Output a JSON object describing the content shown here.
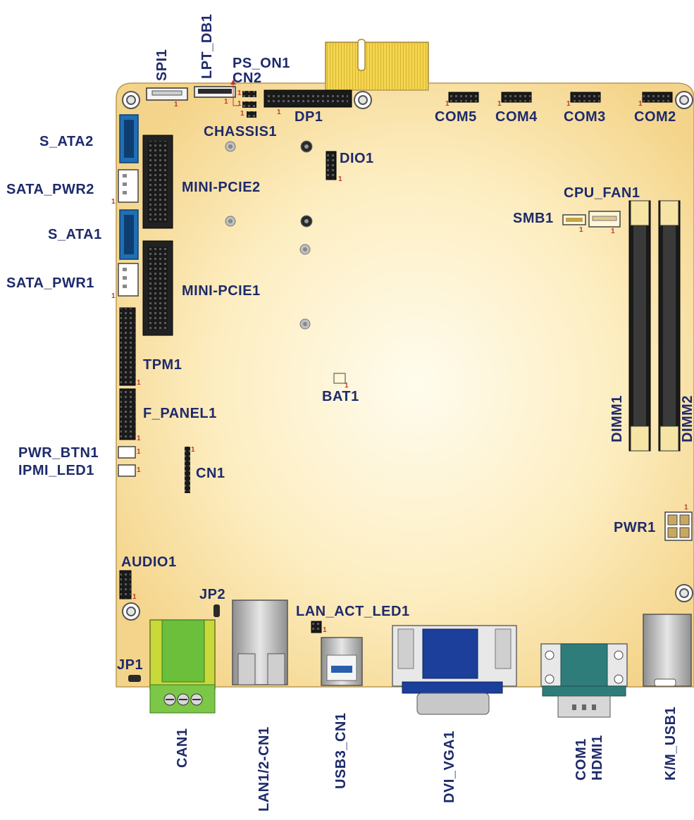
{
  "labels": {
    "spi1": "SPI1",
    "lpt_db1": "LPT_DB1",
    "ps_on1": "PS_ON1",
    "cn2": "CN2",
    "dp1": "DP1",
    "chassis1": "CHASSIS1",
    "com5": "COM5",
    "com4": "COM4",
    "com3": "COM3",
    "com2": "COM2",
    "s_ata2": "S_ATA2",
    "sata_pwr2": "SATA_PWR2",
    "mini_pcie2": "MINI-PCIE2",
    "dio1": "DIO1",
    "cpu_fan1": "CPU_FAN1",
    "smb1": "SMB1",
    "s_ata1": "S_ATA1",
    "sata_pwr1": "SATA_PWR1",
    "mini_pcie1": "MINI-PCIE1",
    "tpm1": "TPM1",
    "bat1": "BAT1",
    "f_panel1": "F_PANEL1",
    "dimm1": "DIMM1",
    "dimm2": "DIMM2",
    "pwr_btn1": "PWR_BTN1",
    "ipmi_led1": "IPMI_LED1",
    "cn1": "CN1",
    "pwr1": "PWR1",
    "audio1": "AUDIO1",
    "jp2": "JP2",
    "lan_act_led1": "LAN_ACT_LED1",
    "jp1": "JP1",
    "can1": "CAN1",
    "lan12_cn1": "LAN1/2-CN1",
    "usb3_cn1": "USB3_CN1",
    "dvi_vga1": "DVI_VGA1",
    "com1": "COM1",
    "hdmi1": "HDMI1",
    "km_usb1": "K/M_USB1"
  },
  "pin_marker": "1",
  "colors": {
    "board_center": "#fffbeb",
    "board_edge": "#f6da96",
    "label": "#1e2a6b",
    "pin_marker": "#c0392b",
    "sata_blue": "#1f6fb5",
    "dvi_blue": "#1b3f9a",
    "com_teal": "#2f7d7a",
    "can_green": "#6bbf3a",
    "gold_finger": "#f2d34a",
    "header_black": "#1a1a1a"
  }
}
